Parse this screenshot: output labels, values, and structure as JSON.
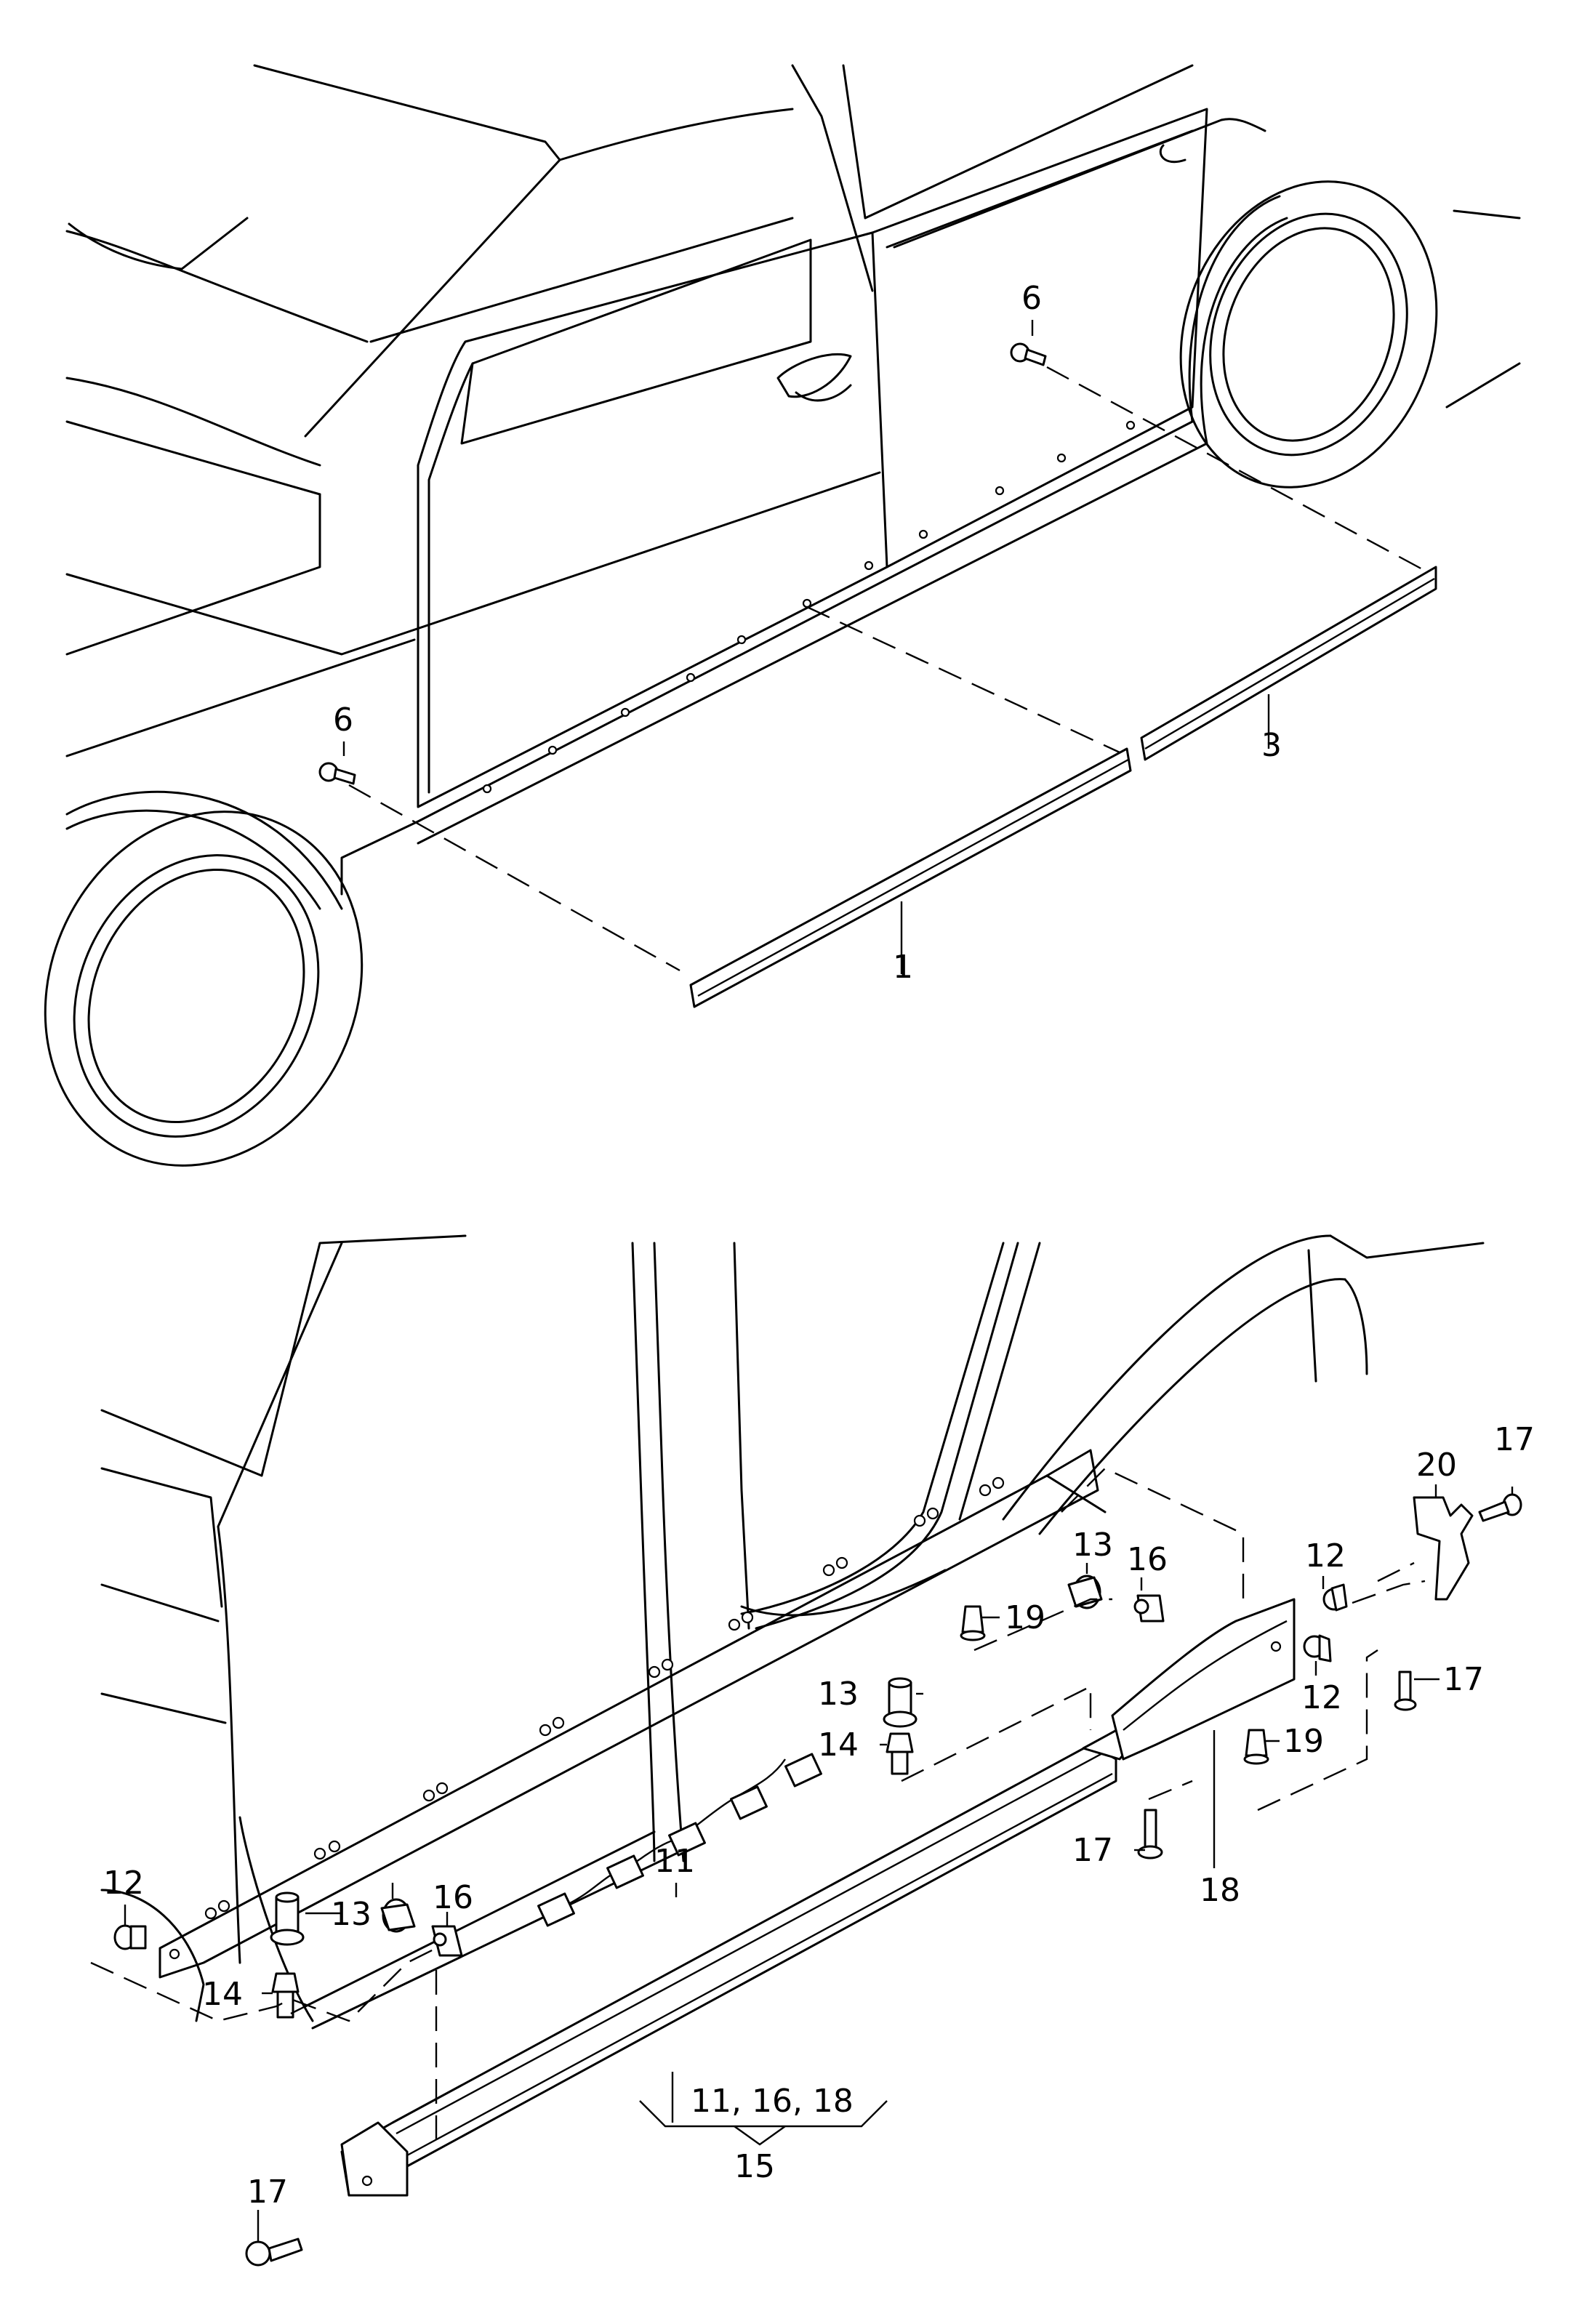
{
  "colors": {
    "line": "#000000",
    "background": "#ffffff"
  },
  "callouts": {
    "top": {
      "c1": "1",
      "c3": "3",
      "c6_front": "6",
      "c6_rear": "6"
    },
    "bottom": {
      "c11": "11",
      "c11_16_18": "11, 16, 18",
      "c12_front": "12",
      "c12_rear_top": "12",
      "c12_rear_bottom": "12",
      "c13_front": "13",
      "c13_mid": "13",
      "c13_rear": "13",
      "c14_front": "14",
      "c14_mid": "14",
      "c15": "15",
      "c16_front": "16",
      "c16_rear": "16",
      "c17_front": "17",
      "c17_mid": "17",
      "c17_rear_top": "17",
      "c17_rear_bottom": "17",
      "c18": "18",
      "c19_top": "19",
      "c19_bottom": "19",
      "c20": "20"
    }
  }
}
